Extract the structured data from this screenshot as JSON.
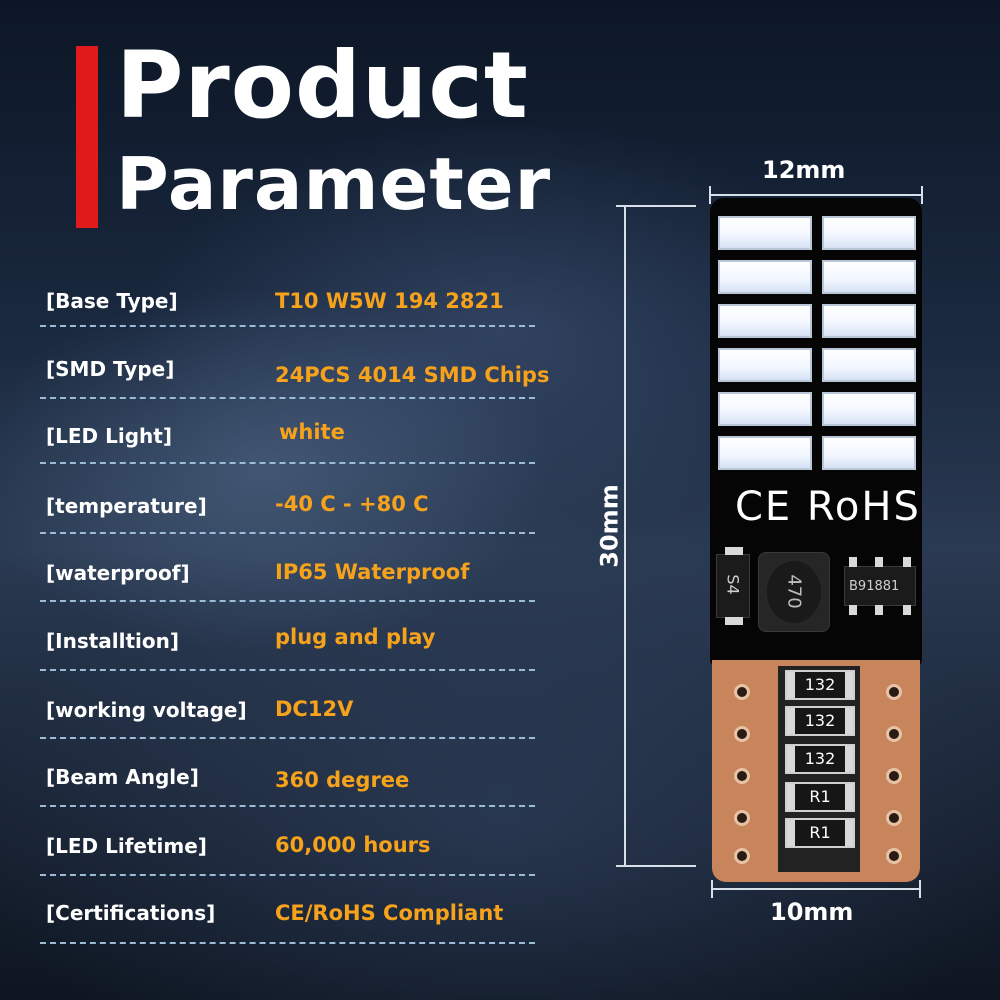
{
  "title": {
    "line1": "Product",
    "line2": "Parameter"
  },
  "parameters": [
    {
      "label": "[Base Type]",
      "value": "T10  W5W 194 2821"
    },
    {
      "label": "[SMD Type]",
      "value": "24PCS 4014 SMD Chips"
    },
    {
      "label": "[LED Light]",
      "value": "white"
    },
    {
      "label": "[temperature]",
      "value": "-40 C - +80 C"
    },
    {
      "label": "[waterproof]",
      "value": "IP65 Waterproof"
    },
    {
      "label": "[Installtion]",
      "value": "plug and play"
    },
    {
      "label": "[working  voltage]",
      "value": "DC12V"
    },
    {
      "label": "[Beam Angle]",
      "value": "360 degree"
    },
    {
      "label": "[LED Lifetime]",
      "value": "60,000 hours"
    },
    {
      "label": "[Certifications]",
      "value": "CE/RoHS Compliant"
    }
  ],
  "dimensions": {
    "top_width": "12mm",
    "height": "30mm",
    "bottom_width": "10mm"
  },
  "bulb": {
    "marking": "CE RoHS",
    "diode_label": "S4",
    "inductor_label": "470",
    "ic_label": "B91881",
    "resistor_labels": [
      "132",
      "132",
      "132",
      "R1",
      "R1"
    ]
  },
  "colors": {
    "accent_red": "#e01a1a",
    "value_orange": "#f7a21b",
    "label_white": "#ffffff"
  }
}
